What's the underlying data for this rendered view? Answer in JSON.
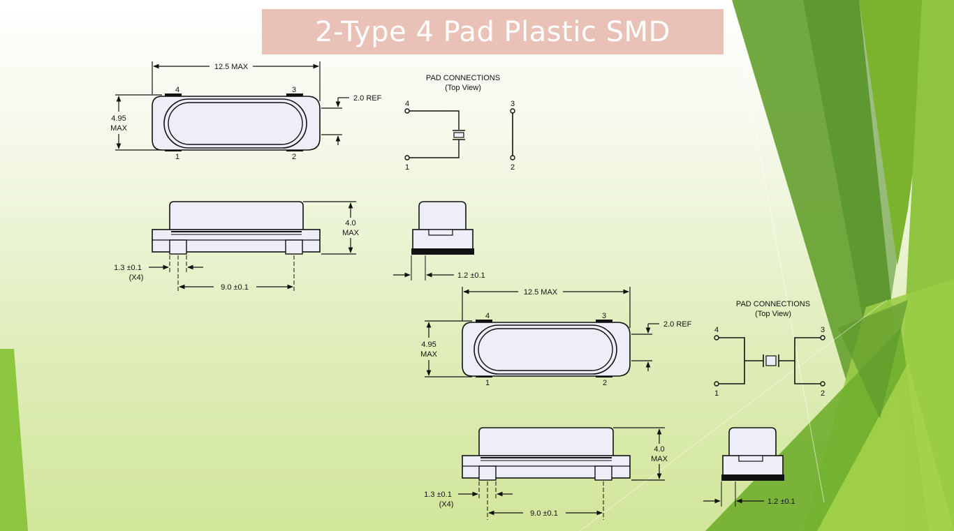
{
  "slide": {
    "title": "2-Type 4 Pad Plastic SMD"
  },
  "colors": {
    "title_bg": "#e9c1b6",
    "title_text": "#ffffff",
    "green_dark": "#4e8a25",
    "green_mid": "#7cb32e",
    "green_light": "#a6d34a",
    "component_fill": "#eeeef8"
  },
  "drawing1": {
    "top_view": {
      "width_dim": "12.5 MAX",
      "height_dim_value": "4.95",
      "height_dim_max": "MAX",
      "ref_dim": "2.0 REF",
      "pin_4": "4",
      "pin_3": "3",
      "pin_1": "1",
      "pin_2": "2"
    },
    "pad_connections": {
      "title": "PAD CONNECTIONS",
      "subtitle": "(Top View)",
      "pin_4": "4",
      "pin_3": "3",
      "pin_1": "1",
      "pin_2": "2"
    },
    "side_view": {
      "height_value": "4.0",
      "height_max": "MAX",
      "pad_width": "1.3 ±0.1",
      "pad_count": "(X4)",
      "pad_spacing": "9.0 ±0.1"
    },
    "end_view": {
      "pad_dim": "1.2 ±0.1"
    }
  },
  "drawing2": {
    "top_view": {
      "width_dim": "12.5 MAX",
      "height_dim_value": "4.95",
      "height_dim_max": "MAX",
      "ref_dim": "2.0 REF",
      "pin_4": "4",
      "pin_3": "3",
      "pin_1": "1",
      "pin_2": "2"
    },
    "pad_connections": {
      "title": "PAD CONNECTIONS",
      "subtitle": "(Top View)",
      "pin_4": "4",
      "pin_3": "3",
      "pin_1": "1",
      "pin_2": "2"
    },
    "side_view": {
      "height_value": "4.0",
      "height_max": "MAX",
      "pad_width": "1.3 ±0.1",
      "pad_count": "(X4)",
      "pad_spacing": "9.0 ±0.1"
    },
    "end_view": {
      "pad_dim": "1.2 ±0.1"
    }
  }
}
